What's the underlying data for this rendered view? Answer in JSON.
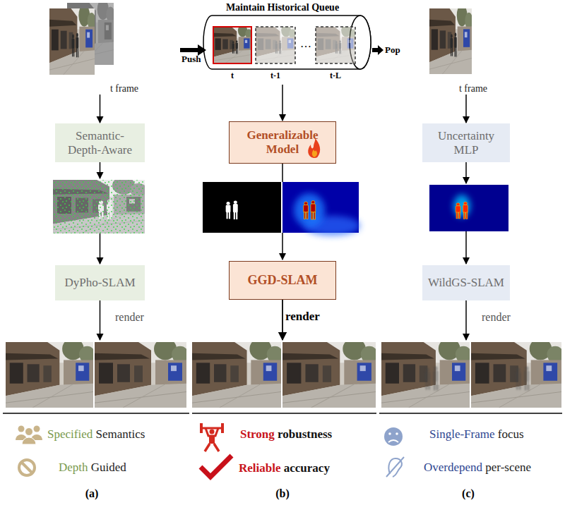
{
  "diagram": {
    "nodes": [
      {
        "text": [
          "t frame"
        ]
      },
      {
        "text": [
          "Semantic-Depth-Aware"
        ]
      },
      {
        "text": [
          "DyPho-SLAM"
        ]
      },
      {
        "text": [
          "Maintain Historical Queue"
        ]
      },
      {
        "text": [
          "Generalizable Model"
        ]
      },
      {
        "text": [
          "GGD-SLAM"
        ]
      },
      {
        "text": [
          "t frame"
        ]
      },
      {
        "text": [
          "Uncertainty MLP"
        ]
      },
      {
        "text": [
          "WildGS-SLAM"
        ]
      }
    ],
    "edges": [
      {
        "from": 0,
        "to": 1,
        "arrow": "to"
      },
      {
        "from": 3,
        "to": 4,
        "arrow": "to"
      },
      {
        "from": 6,
        "to": 7,
        "arrow": "to"
      }
    ],
    "labels": [
      "Push",
      "Pop",
      "t",
      "t-1",
      "…",
      "t-L",
      "render",
      "render",
      "render",
      "Specified",
      "Semantics",
      "Depth",
      "Guided",
      "Strong",
      "robustness",
      "Reliable",
      "accuracy",
      "Single-Frame",
      "focus",
      "Overdepend",
      "per-scene",
      "(a)",
      "(b)",
      "(c)"
    ]
  }
}
